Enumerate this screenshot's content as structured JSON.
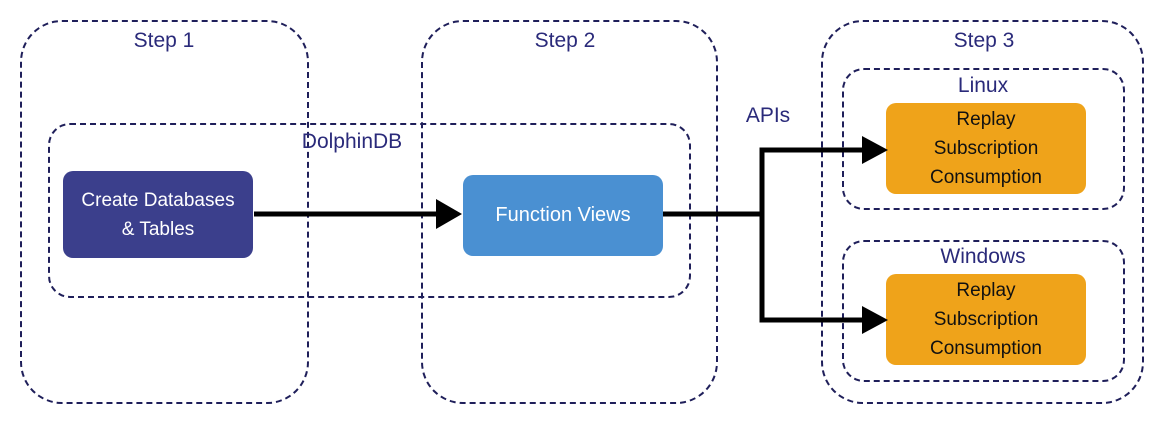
{
  "steps": {
    "step1": "Step 1",
    "step2": "Step 2",
    "step3": "Step 3"
  },
  "dolphindb": "DolphinDB",
  "apis": "APIs",
  "linux": "Linux",
  "windows": "Windows",
  "nodes": {
    "create": "Create Databases\n& Tables",
    "function_views": "Function Views",
    "linux_app": "Replay\nSubscription\nConsumption",
    "windows_app": "Replay\nSubscription\nConsumption"
  },
  "colors": {
    "create": "#3b3f8c",
    "function_views": "#4a90d2",
    "apps": "#efa31a",
    "dashes": "#1f1f5a",
    "labels": "#2a2a7a"
  }
}
